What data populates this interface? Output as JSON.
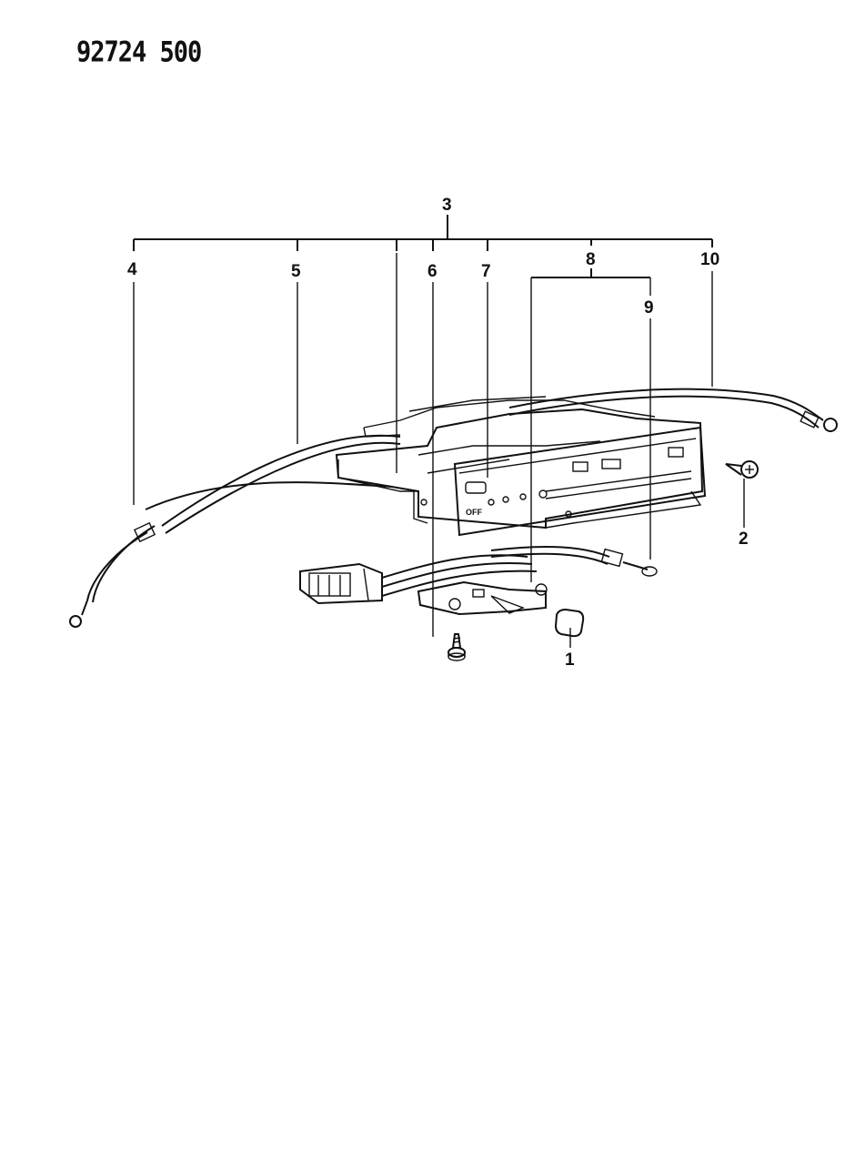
{
  "document": {
    "id": "92724 500"
  },
  "callouts": [
    {
      "key": "c1",
      "label": "1"
    },
    {
      "key": "c2",
      "label": "2"
    },
    {
      "key": "c3",
      "label": "3"
    },
    {
      "key": "c4",
      "label": "4"
    },
    {
      "key": "c5",
      "label": "5"
    },
    {
      "key": "c6",
      "label": "6"
    },
    {
      "key": "c7",
      "label": "7"
    },
    {
      "key": "c8",
      "label": "8"
    },
    {
      "key": "c9",
      "label": "9"
    },
    {
      "key": "c10",
      "label": "10"
    }
  ],
  "panel": {
    "off_label": "OFF"
  }
}
